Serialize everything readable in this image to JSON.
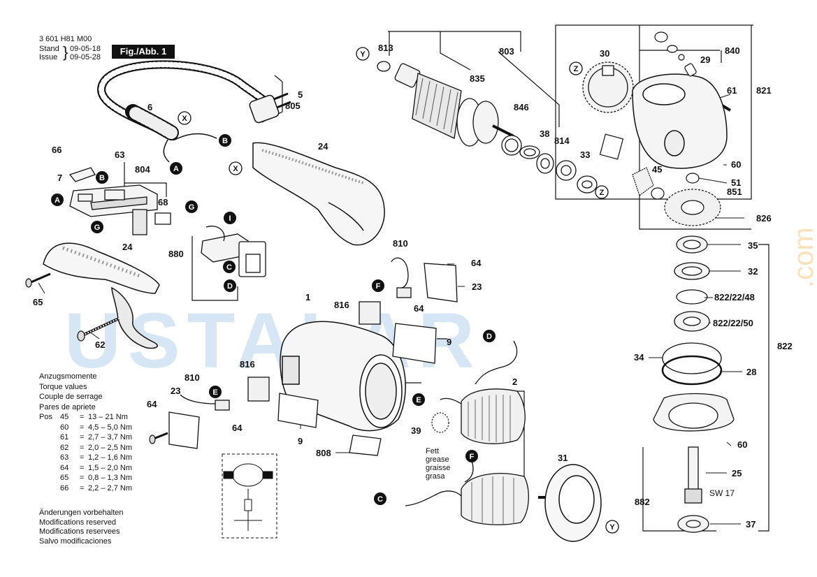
{
  "header": {
    "part_number": "3 601 H81 M00",
    "stand_label": "Stand",
    "issue_label": "Issue",
    "stand_date": "09-05-18",
    "issue_date": "09-05-28",
    "figure_label": "Fig./Abb. 1"
  },
  "watermark": {
    "text": "USTALAR",
    "suffix": ".com"
  },
  "torque": {
    "title_lines": [
      "Anzugsmomente",
      "Torque values",
      "Couple de serrage",
      "Pares de apriete"
    ],
    "pos_label": "Pos",
    "rows": [
      {
        "pos": "45",
        "eq": "=",
        "value": "13 – 21 Nm"
      },
      {
        "pos": "60",
        "eq": "=",
        "value": "4,5 – 5,0 Nm"
      },
      {
        "pos": "61",
        "eq": "=",
        "value": "2,7 – 3,7 Nm"
      },
      {
        "pos": "62",
        "eq": "=",
        "value": "2,0 – 2,5 Nm"
      },
      {
        "pos": "63",
        "eq": "=",
        "value": "1,2 – 1,6 Nm"
      },
      {
        "pos": "64",
        "eq": "=",
        "value": "1,5 – 2,0 Nm"
      },
      {
        "pos": "65",
        "eq": "=",
        "value": "0,8 – 1,3 Nm"
      },
      {
        "pos": "66",
        "eq": "=",
        "value": "2,2 – 2,7 Nm"
      }
    ]
  },
  "notes": [
    "Änderungen vorbehalten",
    "Modifications reserved",
    "Modifications reservees",
    "Salvo modificaciones"
  ],
  "grease_note": [
    "Fett",
    "grease",
    "graisse",
    "grasa"
  ],
  "tool_note": "SW 17",
  "callouts": [
    {
      "id": "813",
      "label": "813"
    },
    {
      "id": "803",
      "label": "803"
    },
    {
      "id": "835",
      "label": "835"
    },
    {
      "id": "30",
      "label": "30"
    },
    {
      "id": "840",
      "label": "840"
    },
    {
      "id": "29",
      "label": "29"
    },
    {
      "id": "821",
      "label": "821"
    },
    {
      "id": "61a",
      "label": "61"
    },
    {
      "id": "846",
      "label": "846"
    },
    {
      "id": "38",
      "label": "38"
    },
    {
      "id": "814",
      "label": "814"
    },
    {
      "id": "33",
      "label": "33"
    },
    {
      "id": "60a",
      "label": "60"
    },
    {
      "id": "51",
      "label": "51"
    },
    {
      "id": "851",
      "label": "851"
    },
    {
      "id": "45",
      "label": "45"
    },
    {
      "id": "826",
      "label": "826"
    },
    {
      "id": "5",
      "label": "5"
    },
    {
      "id": "805",
      "label": "805"
    },
    {
      "id": "6",
      "label": "6"
    },
    {
      "id": "66",
      "label": "66"
    },
    {
      "id": "63",
      "label": "63"
    },
    {
      "id": "7",
      "label": "7"
    },
    {
      "id": "804",
      "label": "804"
    },
    {
      "id": "68",
      "label": "68"
    },
    {
      "id": "24a",
      "label": "24"
    },
    {
      "id": "24b",
      "label": "24"
    },
    {
      "id": "880",
      "label": "880"
    },
    {
      "id": "65",
      "label": "65"
    },
    {
      "id": "62",
      "label": "62"
    },
    {
      "id": "810a",
      "label": "810"
    },
    {
      "id": "64a",
      "label": "64"
    },
    {
      "id": "23a",
      "label": "23"
    },
    {
      "id": "1",
      "label": "1"
    },
    {
      "id": "816a",
      "label": "816"
    },
    {
      "id": "64b",
      "label": "64"
    },
    {
      "id": "9a",
      "label": "9"
    },
    {
      "id": "816b",
      "label": "816"
    },
    {
      "id": "810b",
      "label": "810"
    },
    {
      "id": "23b",
      "label": "23"
    },
    {
      "id": "64c",
      "label": "64"
    },
    {
      "id": "64d",
      "label": "64"
    },
    {
      "id": "9b",
      "label": "9"
    },
    {
      "id": "808",
      "label": "808"
    },
    {
      "id": "2",
      "label": "2"
    },
    {
      "id": "39",
      "label": "39"
    },
    {
      "id": "31",
      "label": "31"
    },
    {
      "id": "35",
      "label": "35"
    },
    {
      "id": "32",
      "label": "32"
    },
    {
      "id": "822_22_48",
      "label": "822/22/48"
    },
    {
      "id": "822_22_50",
      "label": "822/22/50"
    },
    {
      "id": "822",
      "label": "822"
    },
    {
      "id": "34",
      "label": "34"
    },
    {
      "id": "28",
      "label": "28"
    },
    {
      "id": "60b",
      "label": "60"
    },
    {
      "id": "25",
      "label": "25"
    },
    {
      "id": "882",
      "label": "882"
    },
    {
      "id": "37",
      "label": "37"
    }
  ],
  "markers": [
    {
      "id": "Y1",
      "label": "Y"
    },
    {
      "id": "Z1",
      "label": "Z"
    },
    {
      "id": "X1",
      "label": "X"
    },
    {
      "id": "B1",
      "label": "B"
    },
    {
      "id": "A1",
      "label": "A"
    },
    {
      "id": "B2",
      "label": "B"
    },
    {
      "id": "A2",
      "label": "A"
    },
    {
      "id": "G1",
      "label": "G"
    },
    {
      "id": "X2",
      "label": "X"
    },
    {
      "id": "G2",
      "label": "G"
    },
    {
      "id": "I1",
      "label": "I"
    },
    {
      "id": "C1",
      "label": "C"
    },
    {
      "id": "D1",
      "label": "D"
    },
    {
      "id": "Z2",
      "label": "Z"
    },
    {
      "id": "F1",
      "label": "F"
    },
    {
      "id": "D2",
      "label": "D"
    },
    {
      "id": "E1",
      "label": "E"
    },
    {
      "id": "E2",
      "label": "E"
    },
    {
      "id": "F2",
      "label": "F"
    },
    {
      "id": "C2",
      "label": "C"
    },
    {
      "id": "Y2",
      "label": "Y"
    }
  ]
}
